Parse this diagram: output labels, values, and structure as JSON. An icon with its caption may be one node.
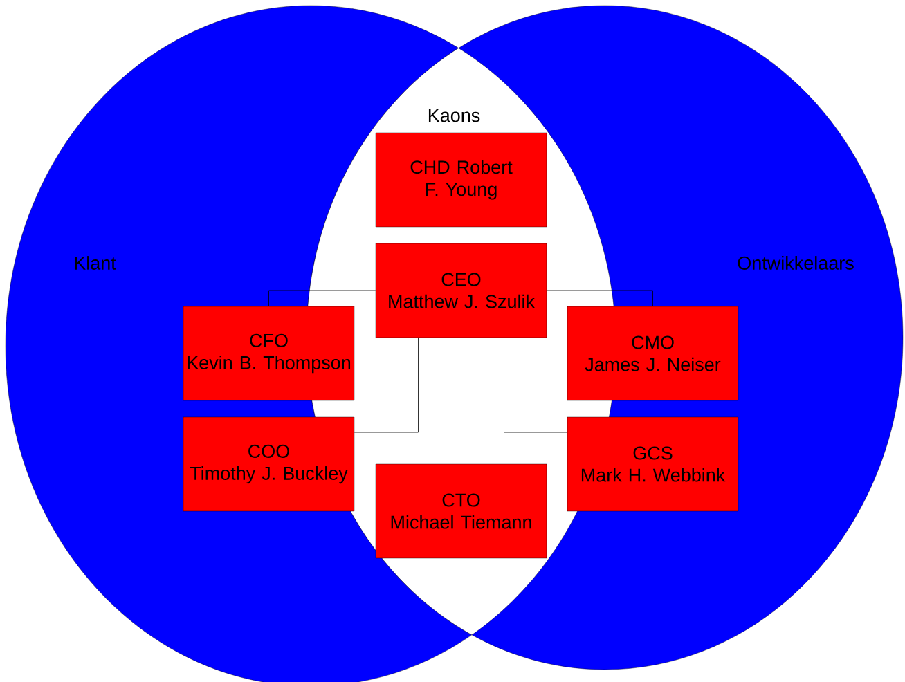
{
  "diagram": {
    "nodes": [
      {
        "text": [
          "CHD Robert F. Young"
        ]
      },
      {
        "text": [
          "CEO",
          "Matthew J. Szulik"
        ]
      },
      {
        "text": [
          "CFO",
          "Kevin B. Thompson"
        ]
      },
      {
        "text": [
          "CMO",
          "James J. Neiser"
        ]
      },
      {
        "text": [
          "COO",
          "Timothy J. Buckley"
        ]
      },
      {
        "text": [
          "GCS",
          "Mark H. Webbink"
        ]
      },
      {
        "text": [
          "CTO",
          "Michael Tiemann"
        ]
      }
    ],
    "edges": [
      {
        "from": 1,
        "to": 2,
        "arrow": "none"
      },
      {
        "from": 1,
        "to": 3,
        "arrow": "none"
      },
      {
        "from": 1,
        "to": 4,
        "arrow": "none"
      },
      {
        "from": 1,
        "to": 5,
        "arrow": "none"
      },
      {
        "from": 1,
        "to": 6,
        "arrow": "none"
      }
    ],
    "labels": [
      "Kaons",
      "Klant",
      "Ontwikkelaars"
    ]
  }
}
